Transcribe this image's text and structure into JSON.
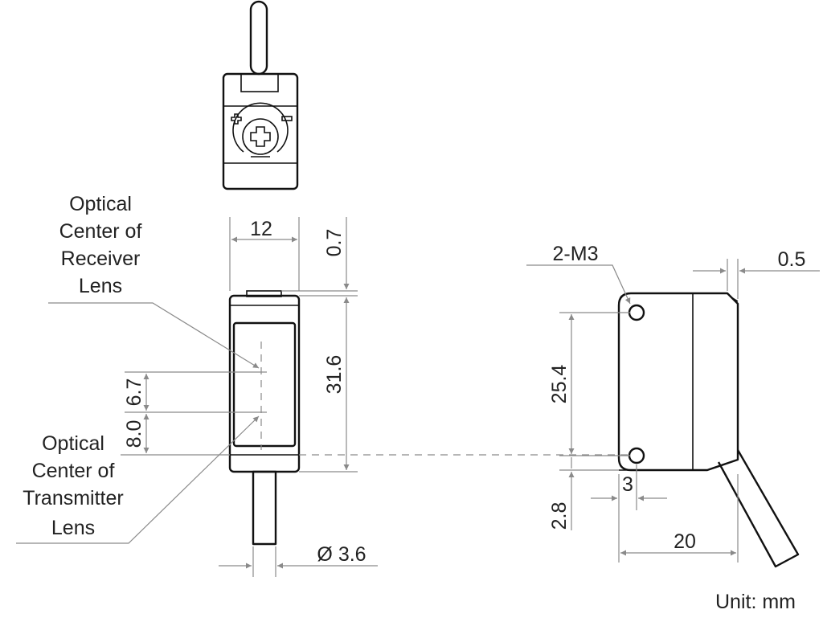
{
  "labels": {
    "receiver": [
      "Optical",
      "Center of",
      "Receiver",
      "Lens"
    ],
    "transmitter": [
      "Optical",
      "Center of",
      "Transmitter",
      "Lens"
    ],
    "mount": "2-M3",
    "unit": "Unit: mm"
  },
  "dimensions": {
    "width": "12",
    "top_gap": "0.7",
    "height": "31.6",
    "upper_offset": "6.7",
    "lower_offset": "8.0",
    "cable_diameter": "Ø 3.6",
    "side_gap": "0.5",
    "hole_spacing": "25.4",
    "hole_inset": "3",
    "hole_bottom": "2.8",
    "depth": "20"
  },
  "colors": {
    "outline": "#111111",
    "dimension": "#8a8a8a",
    "text": "#222222"
  }
}
